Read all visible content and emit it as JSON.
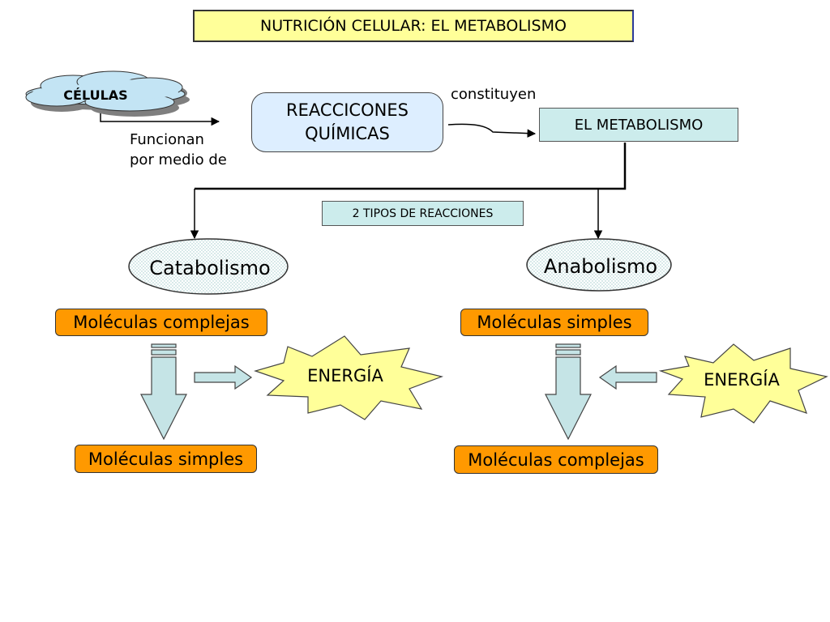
{
  "title": "NUTRICIÓN CELULAR: EL METABOLISMO",
  "cells": "CÉLULAS",
  "function_label_1": "Funcionan",
  "function_label_2": "por medio de",
  "reactions_line_1": "REACCICONES",
  "reactions_line_2": "QUÍMICAS",
  "constitute_label": "constituyen",
  "metabolism": "EL METABOLISMO",
  "types_label": "2 TIPOS DE REACCIONES",
  "catabolism": {
    "name": "Catabolismo",
    "input": "Moléculas complejas",
    "energy": "ENERGÍA",
    "output": "Moléculas simples"
  },
  "anabolism": {
    "name": "Anabolismo",
    "input": "Moléculas simples",
    "energy": "ENERGÍA",
    "output": "Moléculas complejas"
  },
  "colors": {
    "title_fill": "#ffff99",
    "teal_fill": "#ccecec",
    "orange_fill": "#ff9900",
    "arrow_fill": "#c5e4e6",
    "burst_fill": "#ffff99",
    "cloud_fill": "#c3e4f4",
    "shadow": "#7f7f7f"
  }
}
